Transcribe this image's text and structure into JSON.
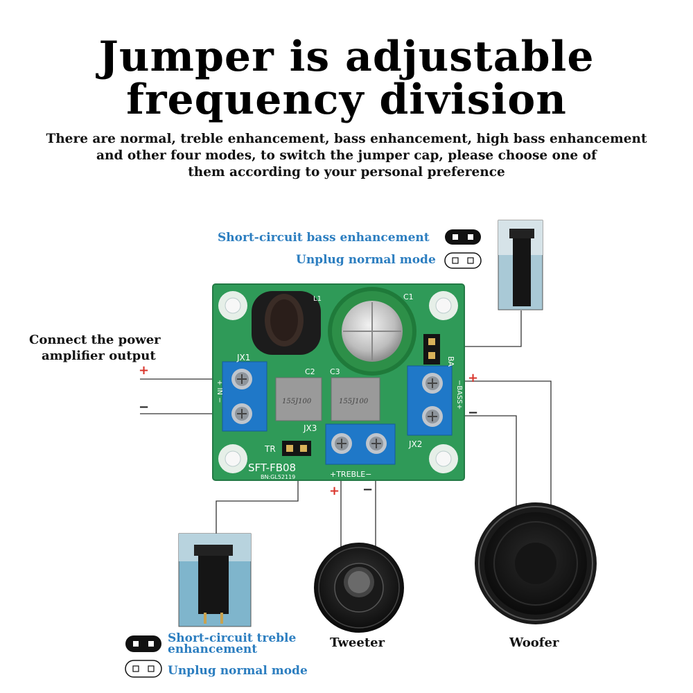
{
  "title": {
    "line1": "Jumper is adjustable",
    "line2": "frequency division"
  },
  "subtitle": {
    "line1": "There are normal, treble enhancement, bass enhancement, high bass enhancement",
    "line2": "and other four modes, to switch the jumper cap, please choose one of",
    "line3": "them according to your personal preference"
  },
  "bass_legend": {
    "short_label": "Short-circuit bass enhancement",
    "unplug_label": "Unplug normal mode"
  },
  "treble_legend": {
    "short_label_line1": "Short-circuit treble",
    "short_label_line2": "enhancement",
    "unplug_label": "Unplug normal mode"
  },
  "input": {
    "label_line1": "Connect the power",
    "label_line2": "amplifier output",
    "plus": "+",
    "minus": "−"
  },
  "bass_output": {
    "plus": "+",
    "minus": "−"
  },
  "treble_output": {
    "plus": "+",
    "minus": "−"
  },
  "speakers": {
    "tweeter_label": "Tweeter",
    "woofer_label": "Woofer"
  },
  "pcb": {
    "jx1": "JX1",
    "jx2": "JX2",
    "jx3": "JX3",
    "in_label": "+ IN −",
    "c1": "C1",
    "c2": "C2",
    "c3": "C3",
    "l1": "L1",
    "cap_code_1": "155J100",
    "cap_code_2": "155J100",
    "ba": "BA",
    "tr": "TR",
    "model": "SFT-FB08",
    "batch": "BN:GL52119",
    "bass_label": "−BASS+",
    "treble_label": "+TREBLE−"
  },
  "colors": {
    "pcb_green": "#2f9a58",
    "terminal_blue": "#1f78c8",
    "accent_blue": "#2c7ec0",
    "plus_red": "#d9342b"
  }
}
